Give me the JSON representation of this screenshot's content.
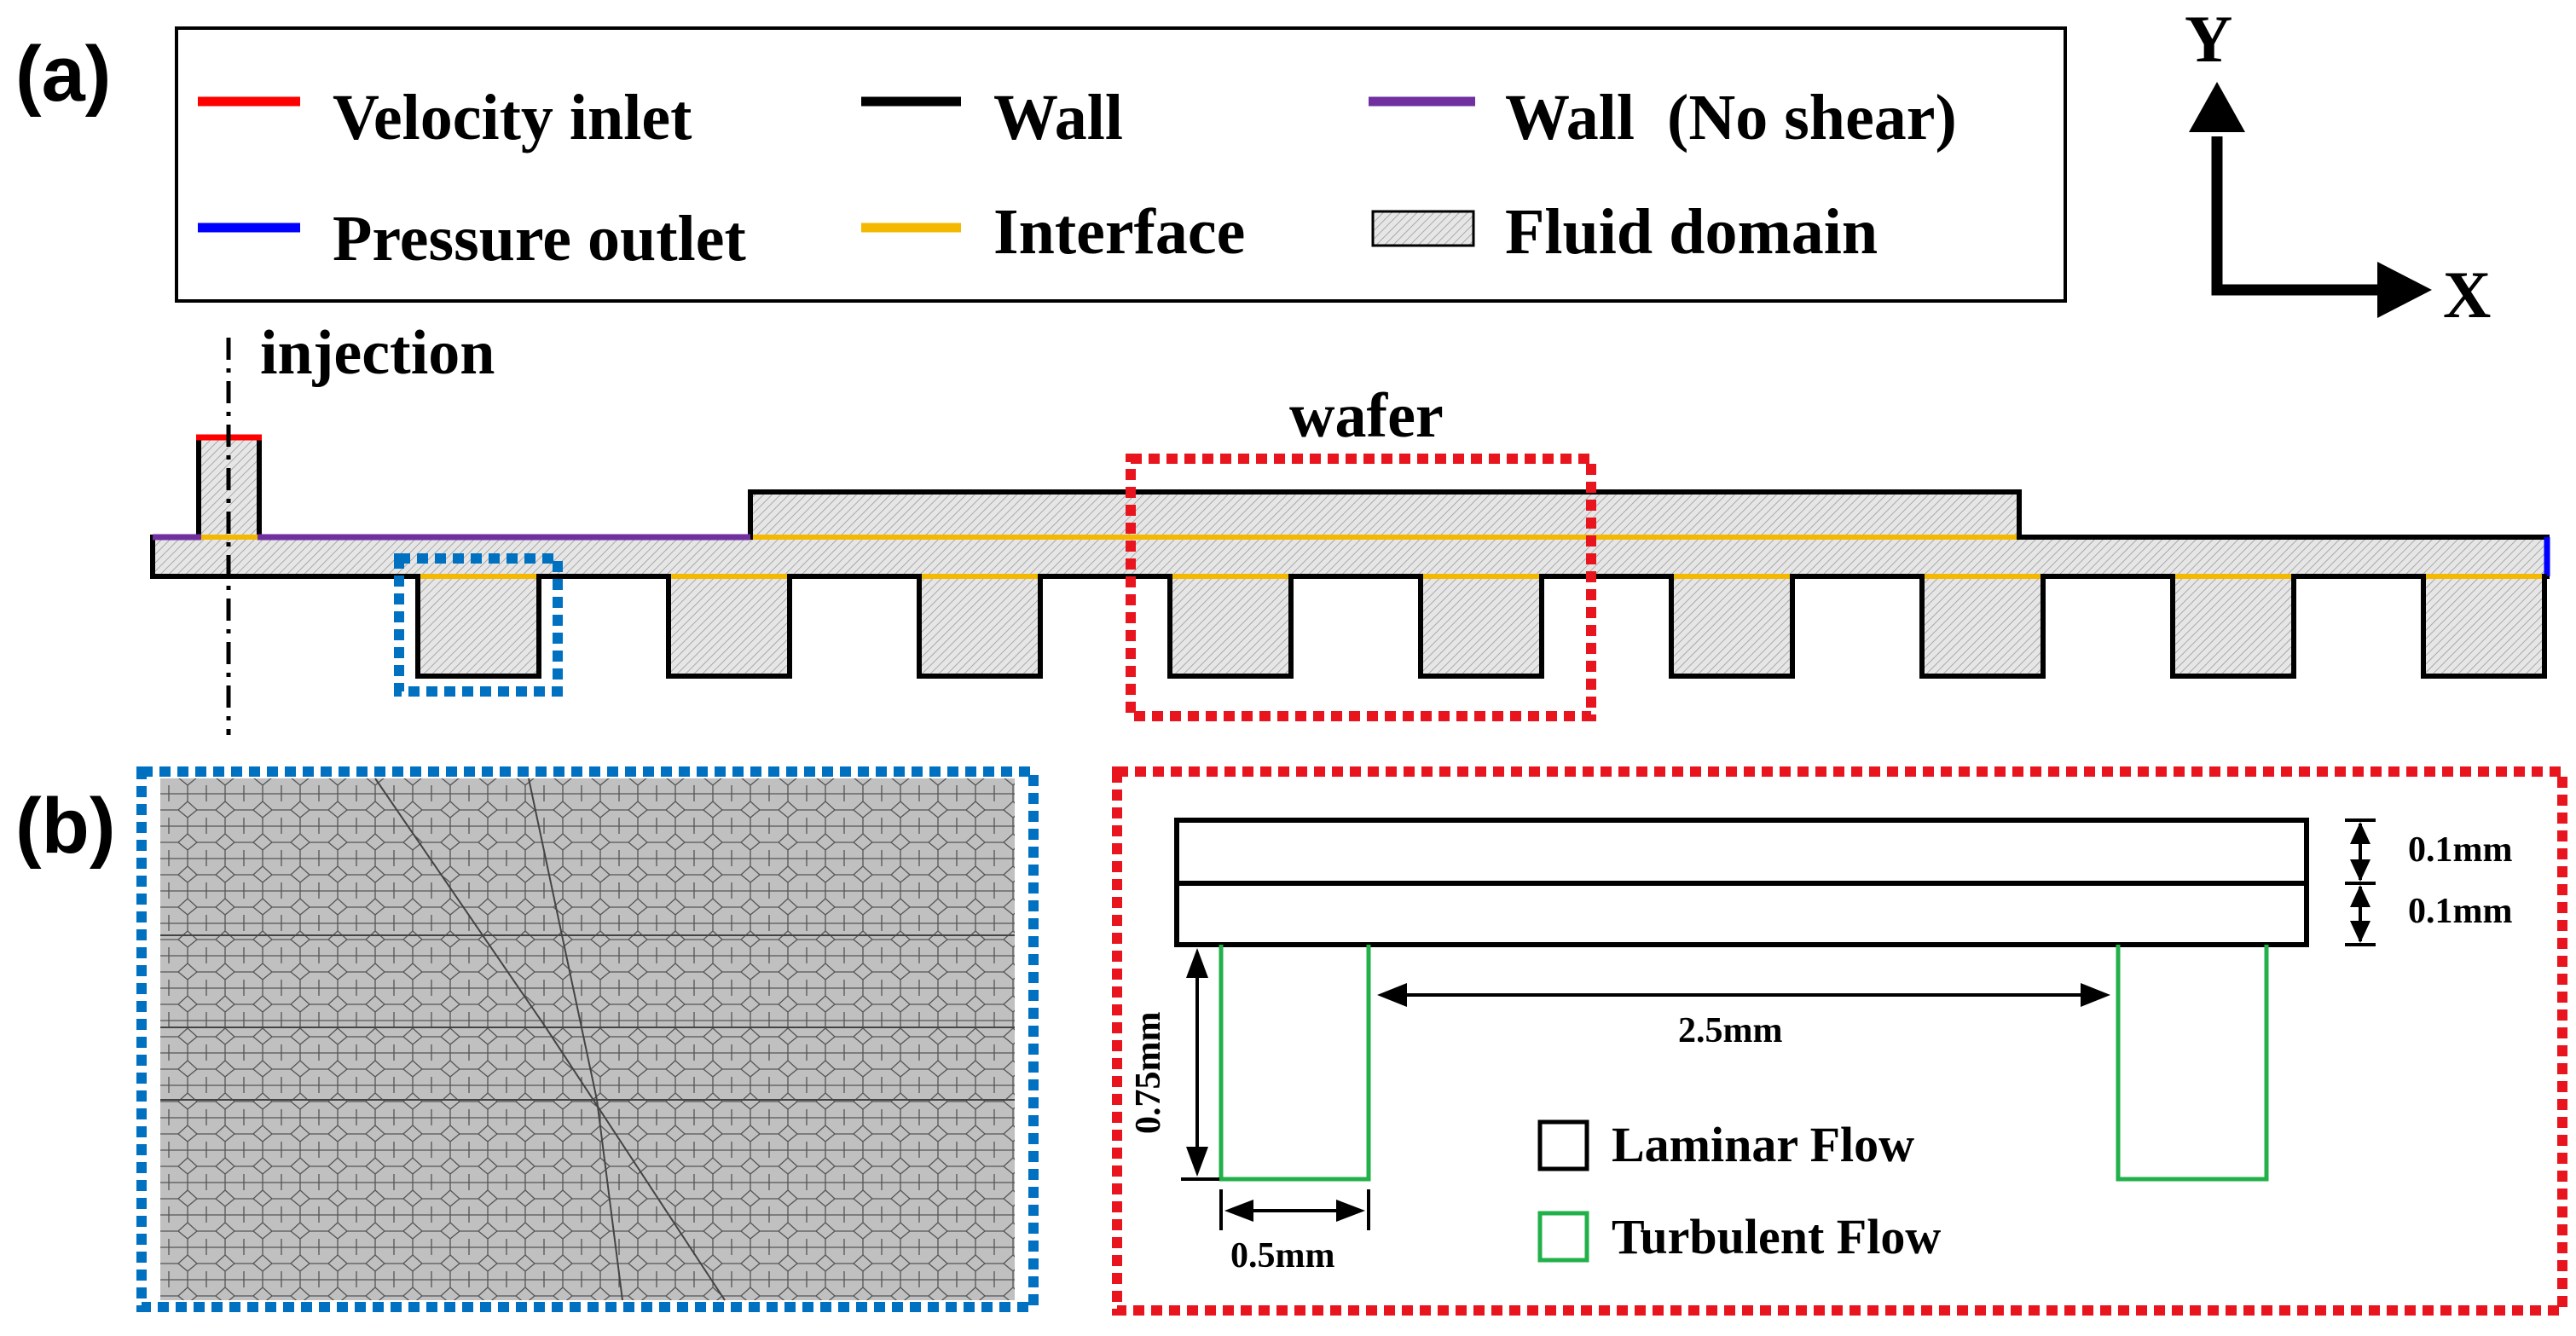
{
  "panel_labels": {
    "a": "(a)",
    "b": "(b)"
  },
  "legend": {
    "velocity_inlet": "Velocity inlet",
    "pressure_outlet": "Pressure outlet",
    "wall": "Wall",
    "interface": "Interface",
    "wall_no_shear": "Wall  (No shear)",
    "fluid_domain": "Fluid domain"
  },
  "axes": {
    "y": "Y",
    "x": "X"
  },
  "labels": {
    "injection": "injection",
    "wafer": "wafer"
  },
  "dimensions": {
    "top_layer": "0.1mm",
    "bottom_layer": "0.1mm",
    "gap": "2.5mm",
    "depth": "0.75mm",
    "width": "0.5mm"
  },
  "flow_legend": {
    "laminar": "Laminar Flow",
    "turbulent": "Turbulent Flow"
  },
  "colors": {
    "velocity_inlet": "#ff0000",
    "pressure_outlet": "#0000ff",
    "wall": "#000000",
    "interface": "#f5b800",
    "wall_no_shear": "#7030a0",
    "fluid_fill": "#e6e6e6",
    "blue_box": "#0070c0",
    "red_box": "#e8141e",
    "turbulent": "#22b04a",
    "mesh_fill": "#c0c0c0"
  }
}
